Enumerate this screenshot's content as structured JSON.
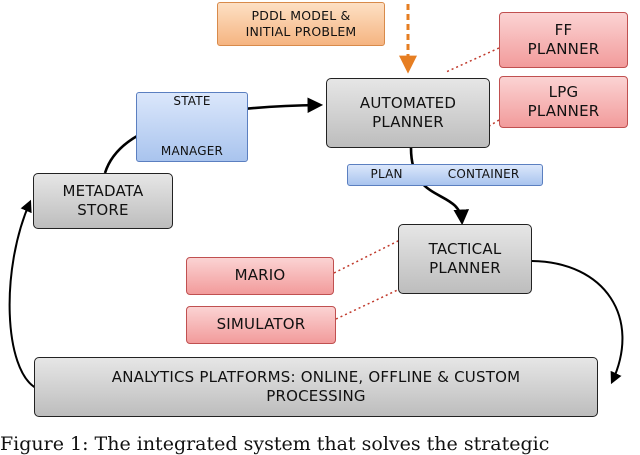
{
  "nodes": {
    "pddl": [
      "PDDL MODEL &",
      "INITIAL PROBLEM"
    ],
    "ff": [
      "FF",
      "PLANNER"
    ],
    "lpg": [
      "LPG",
      "PLANNER"
    ],
    "automated": [
      "AUTOMATED",
      "PLANNER"
    ],
    "state_manager": [
      "STATE",
      "MANAGER"
    ],
    "metadata": [
      "METADATA",
      "STORE"
    ],
    "plan_container": [
      "PLAN",
      "CONTAINER"
    ],
    "tactical": [
      "TACTICAL",
      "PLANNER"
    ],
    "mario": "MARIO",
    "simulator": "SIMULATOR",
    "analytics": [
      "ANALYTICS PLATFORMS: ONLINE, OFFLINE & CUSTOM",
      "PROCESSING"
    ]
  },
  "caption": "Figure 1: The integrated system that solves the strategic",
  "colors": {
    "gray_box": "#c8c8c8",
    "pink_box": "#f4a7a7",
    "blue_box": "#b9d0f2",
    "orange_box": "#f8c79c",
    "dotted_red": "#c0392b",
    "dashed_orange": "#e67e22"
  }
}
